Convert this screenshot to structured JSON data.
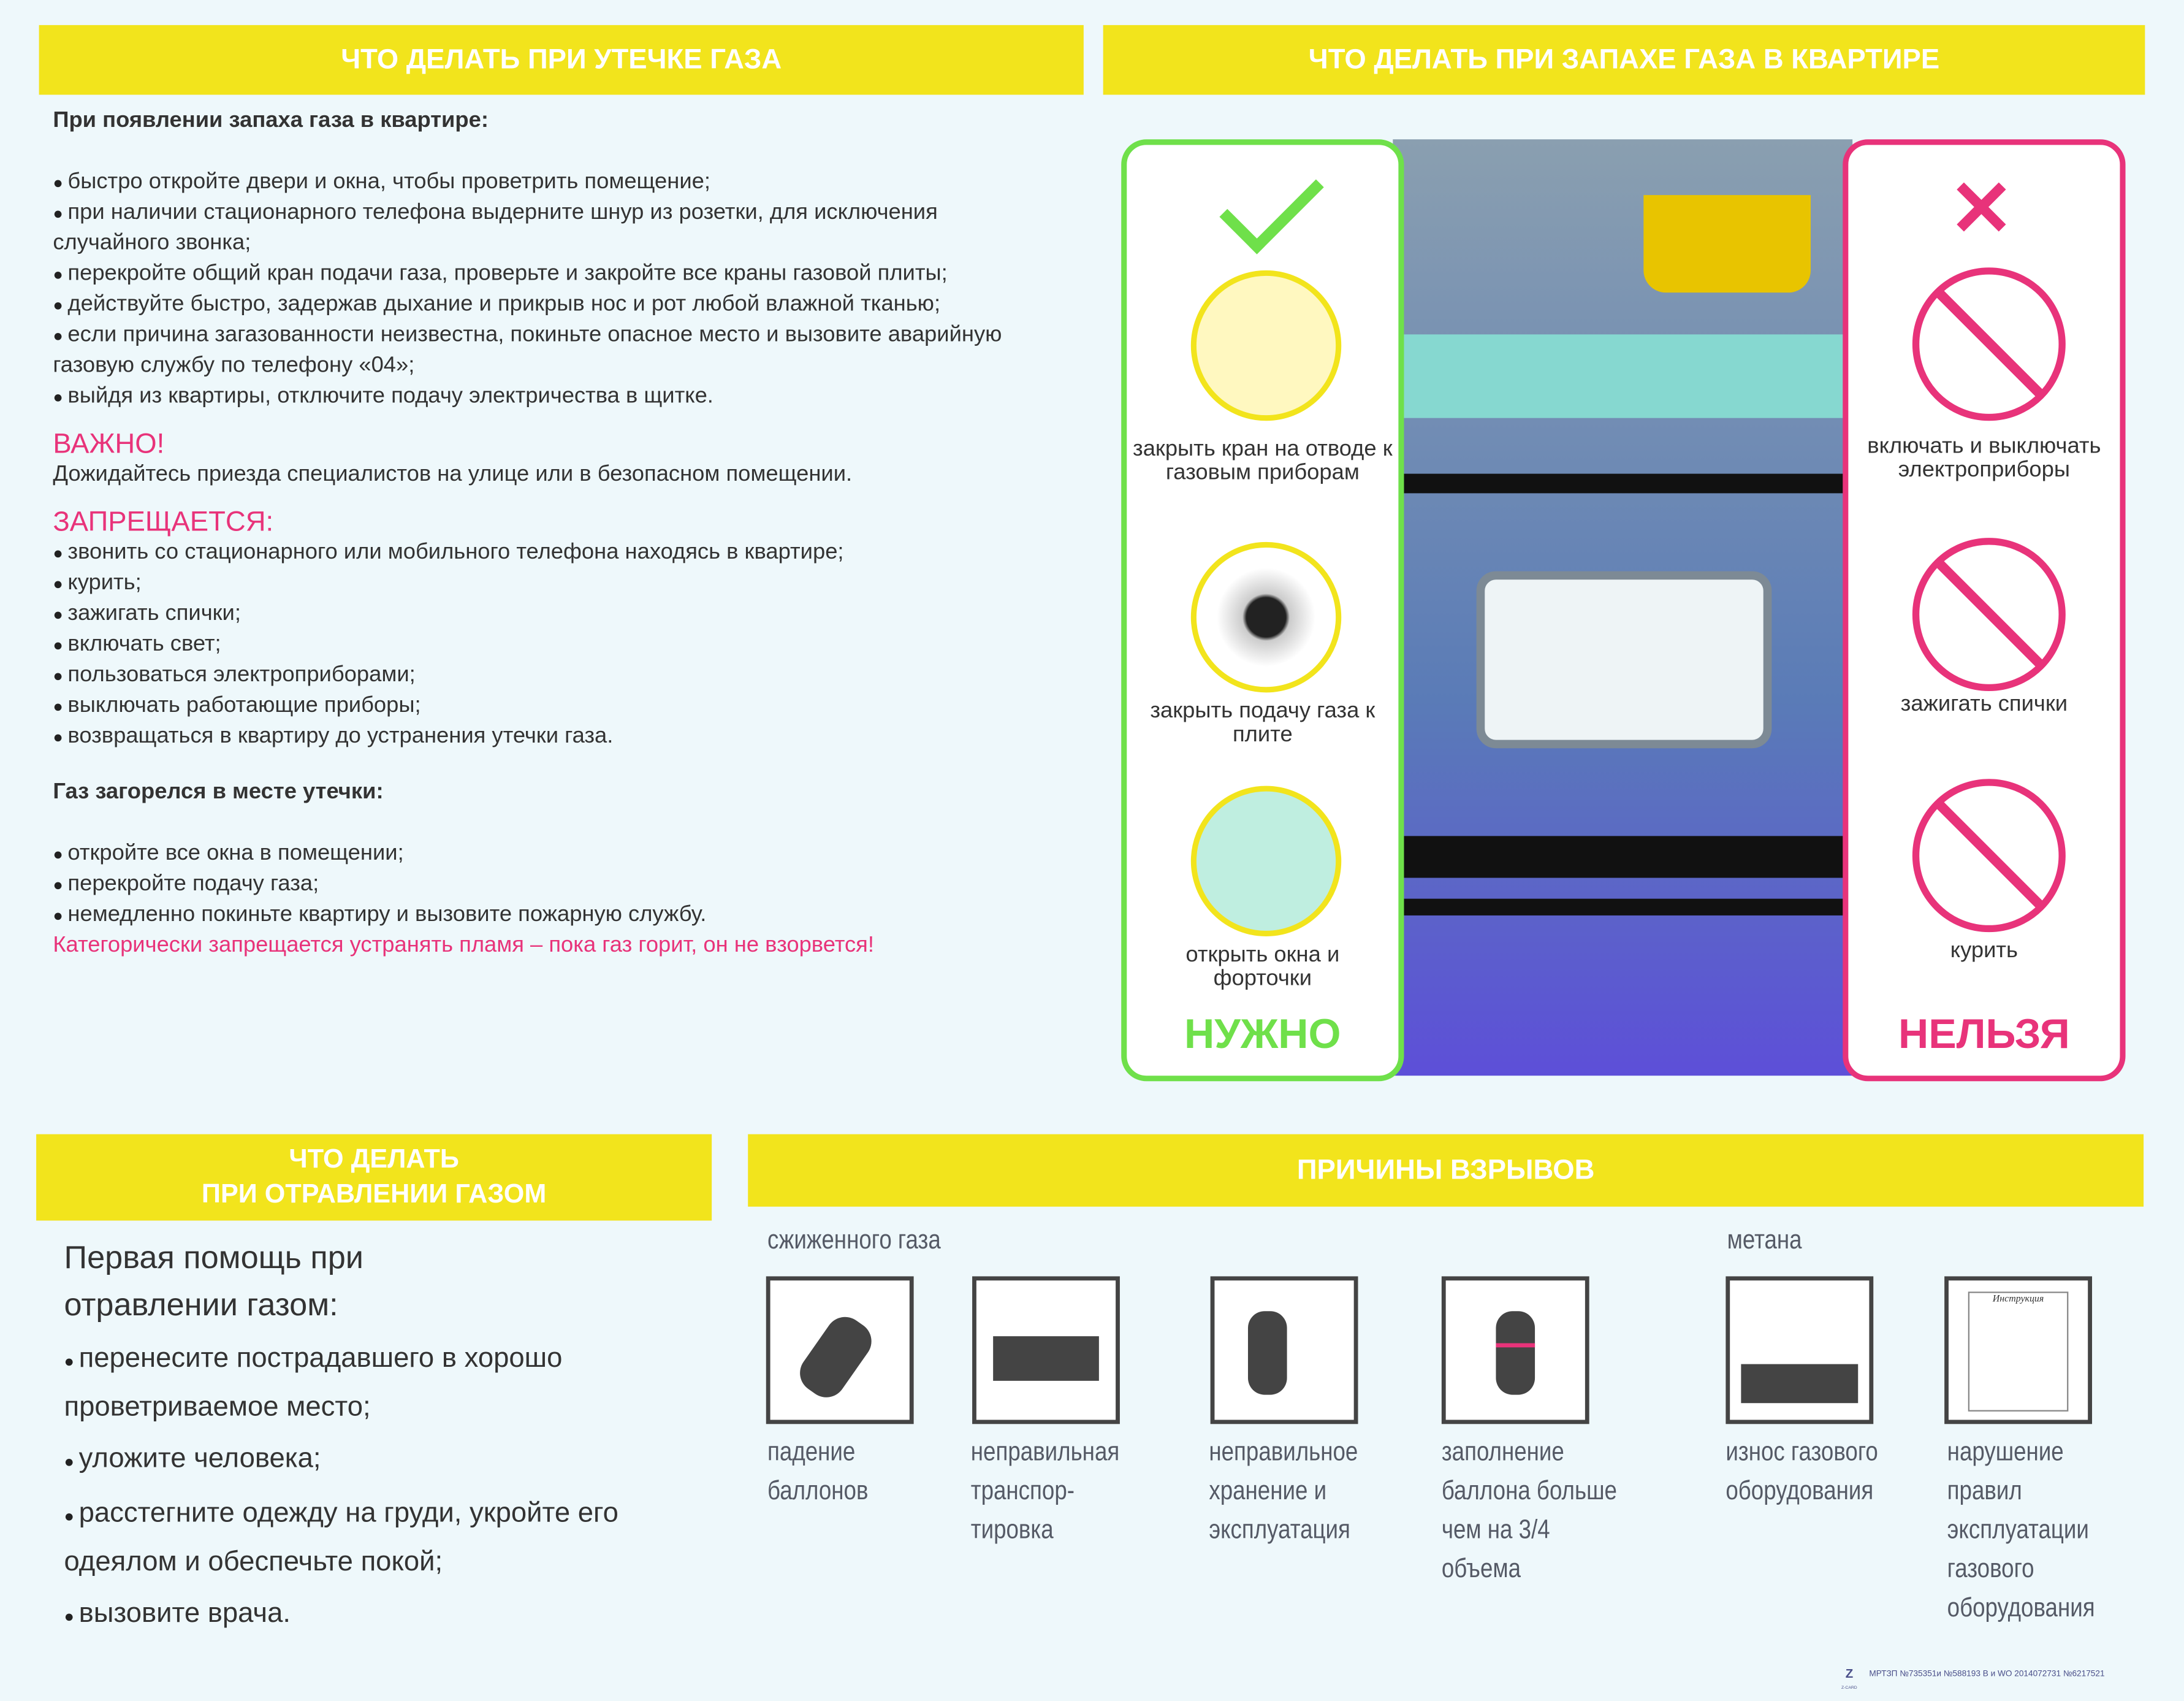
{
  "leak": {
    "title": "ЧТО ДЕЛАТЬ ПРИ УТЕЧКЕ ГАЗА",
    "subtitle": "При появлении запаха газа в квартире:",
    "items": [
      "быстро откройте двери и окна, чтобы проветрить помещение;",
      "при наличии стационарного телефона выдерните шнур из розетки, для исключения случайного звонка;",
      "перекройте общий кран подачи газа, проверьте и закройте все краны газовой плиты;",
      "действуйте быстро, задержав дыхание и прикрыв нос и рот любой влажной тканью;",
      "если причина загазованности неизвестна, покиньте опасное место и вызовите аварийную газовую службу по телефону «04»;",
      "выйдя из квартиры, отключите подачу электричества в щитке."
    ],
    "important_label": "ВАЖНО!",
    "important_text": "Дожидайтесь приезда специалистов на улице или в безопасном помещении.",
    "forbidden_label": "ЗАПРЕЩАЕТСЯ:",
    "forbidden": [
      "звонить со стационарного или мобильного телефона находясь в квартире;",
      "курить;",
      "зажигать спички;",
      "включать свет;",
      "пользоваться электроприборами;",
      "выключать работающие приборы;",
      "возвращаться в квартиру до устранения утечки газа."
    ],
    "fire_title": "Газ загорелся в месте утечки:",
    "fire": [
      "откройте все окна в помещении;",
      "перекройте подачу газа;",
      "немедленно покиньте квартиру и вызовите пожарную службу."
    ],
    "fire_warning": "Категорически запрещается устранять пламя – пока газ горит, он не взорвется!"
  },
  "smell": {
    "title": "ЧТО ДЕЛАТЬ ПРИ ЗАПАХЕ ГАЗА В КВАРТИРЕ",
    "do_label": "НУЖНО",
    "do": [
      "закрыть кран на отводе к газовым приборам",
      "закрыть подачу газа к плите",
      "открыть окна и форточки"
    ],
    "dont_label": "НЕЛЬЗЯ",
    "dont": [
      "включать и выключать электроприборы",
      "зажигать спички",
      "курить"
    ]
  },
  "poison": {
    "title1": "ЧТО ДЕЛАТЬ",
    "title2": "ПРИ ОТРАВЛЕНИИ ГАЗОМ",
    "heading": "Первая помощь при отравлении газом:",
    "items": [
      "перенесите пострадавшего в хорошо проветриваемое место;",
      "уложите человека;",
      "расстегните одежду на груди, укройте его одеялом и обеспечьте покой;",
      "вызовите врача."
    ]
  },
  "explosions": {
    "title": "ПРИЧИНЫ ВЗРЫВОВ",
    "group1": "сжиженного газа",
    "group2": "метана",
    "causes": [
      "падение баллонов",
      "неправильная транспор-тировка",
      "неправильное хранение и эксплуатация",
      "заполнение баллона больше чем на 3/4 объема",
      "износ газового оборудования",
      "нарушение правил эксплуатации газового оборудования"
    ],
    "instruction_label": "Инструкция"
  },
  "footer": {
    "logo": "Z-CARD",
    "text": "МРТЗП №735351и №588193 В и WO 2014072731  №6217521"
  },
  "colors": {
    "yellow": "#f2e41c",
    "green": "#6fe04a",
    "pink": "#e8337a"
  }
}
